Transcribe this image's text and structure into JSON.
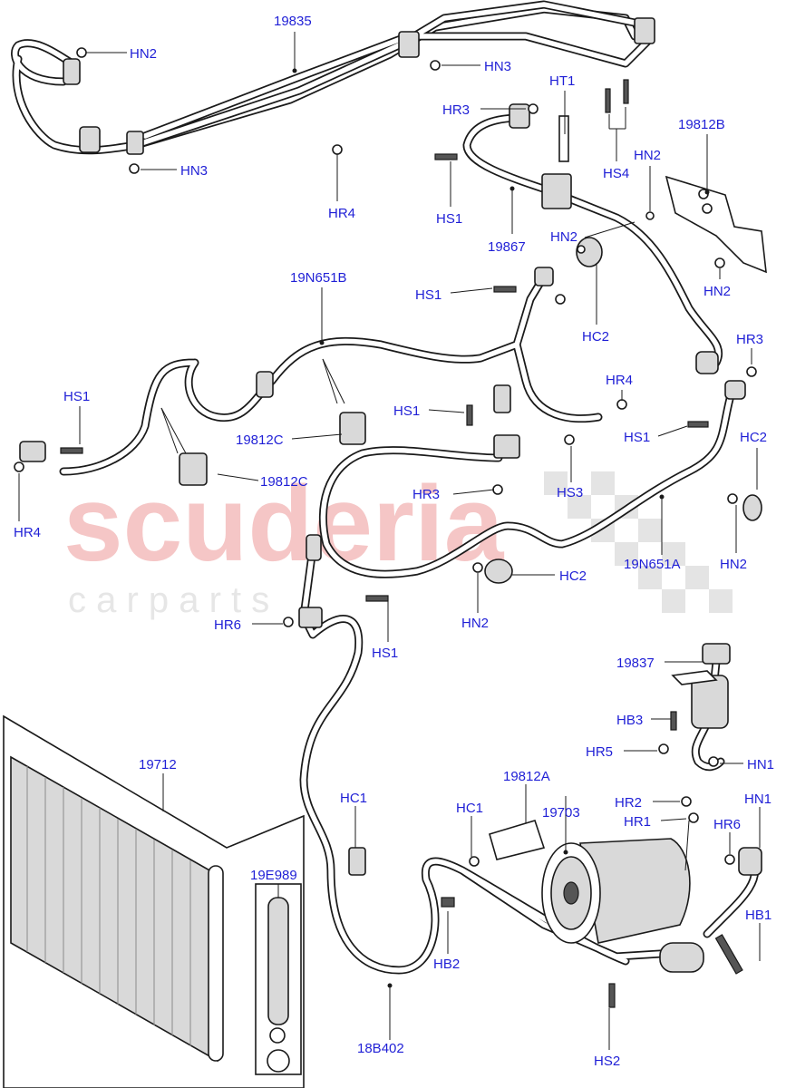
{
  "watermark": {
    "line1": "scuderia",
    "line2": "c a r   p a r t s"
  },
  "labels": {
    "l19835": "19835",
    "hn2_a": "HN2",
    "hn3_a": "HN3",
    "hn3_b": "HN3",
    "hr4_a": "HR4",
    "hr3_a": "HR3",
    "ht1": "HT1",
    "hs1_a": "HS1",
    "l19867": "19867",
    "hs4": "HS4",
    "l19812b": "19812B",
    "hn2_b": "HN2",
    "hn2_c": "HN2",
    "hn2_d": "HN2",
    "hc2_a": "HC2",
    "l19n651b": "19N651B",
    "hs1_b": "HS1",
    "hr3_b": "HR3",
    "hr4_b": "HR4",
    "hs1_c": "HS1",
    "hs1_d": "HS1",
    "hc2_b": "HC2",
    "hs1_e": "HS1",
    "l19812c_a": "19812C",
    "l19812c_b": "19812C",
    "hr4_c": "HR4",
    "hs3": "HS3",
    "hr3_c": "HR3",
    "hn2_e": "HN2",
    "l19n651a": "19N651A",
    "hc2_c": "HC2",
    "hn2_f": "HN2",
    "hr6_a": "HR6",
    "hs1_f": "HS1",
    "l19837": "19837",
    "hb3": "HB3",
    "hr5": "HR5",
    "hn1_a": "HN1",
    "l19712": "19712",
    "hc1_a": "HC1",
    "hc1_b": "HC1",
    "l19812a": "19812A",
    "l19703": "19703",
    "hr2": "HR2",
    "hr1": "HR1",
    "hn1_b": "HN1",
    "hr6_b": "HR6",
    "l19e989": "19E989",
    "hb2": "HB2",
    "hb1": "HB1",
    "l18b402": "18B402",
    "hs2": "HS2"
  }
}
